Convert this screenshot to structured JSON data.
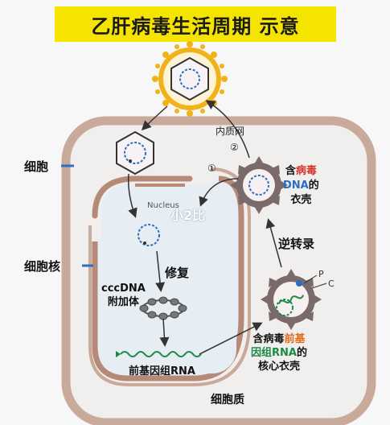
{
  "title": "乙肝病毒生活周期 示意",
  "labels": {
    "cell": "细胞",
    "nucleus": "细胞核",
    "cytoplasm": "细胞质",
    "nucleus_en": "Nucleus",
    "er": "内质网",
    "step1": "①",
    "step2": "②",
    "repair": "修复",
    "cccdna_line1": "cccDNA",
    "cccdna_line2": "附加体",
    "pregenomic_rna": "前基因组RNA",
    "reverse_transcription": "逆转录",
    "p_label": "P",
    "c_label": "C",
    "watermark": "小2比"
  },
  "dna_capsid_label": {
    "prefix": "含",
    "virus": "病毒",
    "dna": "DNA",
    "suffix": "的",
    "coat": "衣壳"
  },
  "rna_capsid_label": {
    "line1_prefix": "含病毒",
    "line1_highlight": "前基",
    "line2_highlight": "因组RNA",
    "line2_suffix": "的",
    "line3": "核心衣壳"
  },
  "colors": {
    "title_bg": "#f5e400",
    "membrane": "#c9a99a",
    "nucleus_membrane": "#b68a78",
    "cell_fill": "#f1efee",
    "nucleus_fill": "#e6edf3",
    "dna_blue": "#2a6fc0",
    "rna_green": "#1a8a44",
    "highlight_red": "#d8322b",
    "envelope_orange": "#f2b21a"
  }
}
